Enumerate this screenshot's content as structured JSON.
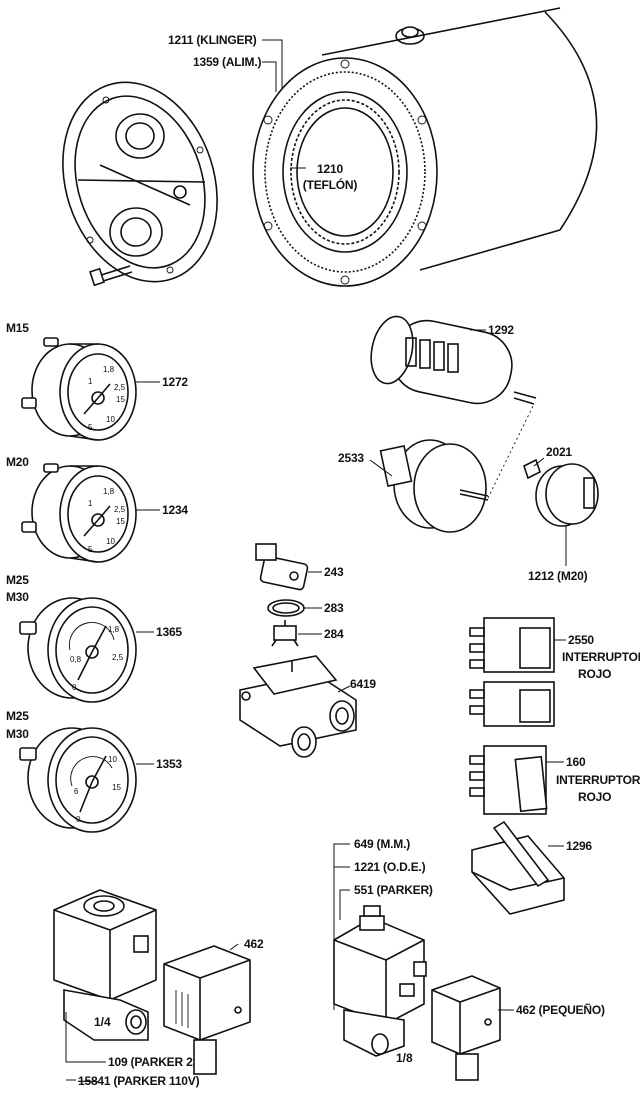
{
  "parts": {
    "p1211": "1211 (KLINGER)",
    "p1359": "1359 (ALIM.)",
    "p1210_num": "1210",
    "p1210_mat": "(TEFLÓN)",
    "p1292": "1292",
    "p2533": "2533",
    "p2021": "2021",
    "p1212": "1212 (M20)",
    "p1272": "1272",
    "p1234": "1234",
    "p1365": "1365",
    "p1353": "1353",
    "p243": "243",
    "p283": "283",
    "p284": "284",
    "p6419": "6419",
    "p2550_num": "2550",
    "p160_num": "160",
    "interruptor": "INTERRUPTOR",
    "rojo": "ROJO",
    "p1296": "1296",
    "p649": "649 (M.M.)",
    "p1221": "1221 (O.D.E.)",
    "p551": "551 (PARKER)",
    "p462a": "462",
    "p462b": "462 (PEQUEÑO)",
    "p109": "109 (PARKER 230V)",
    "p15841_struck": "158",
    "p15841_rest": "41 (PARKER 110V)"
  },
  "thread_sizes": {
    "m15": "M15",
    "m20": "M20",
    "m25a": "M25",
    "m30a": "M30",
    "m25b": "M25",
    "m30b": "M30"
  },
  "pipe_sizes": {
    "quarter": "1/4",
    "eighth": "1/8"
  },
  "gauge_scales": {
    "g1272": [
      "1",
      "1,8",
      "2,5",
      "15",
      "5",
      "10"
    ],
    "g1234": [
      "1",
      "1,8",
      "2,5",
      "15",
      "5",
      "10"
    ],
    "g1365": [
      "1,8",
      "0,8",
      "2,5",
      "0"
    ],
    "g1353": [
      "10",
      "6",
      "15",
      "0"
    ]
  }
}
